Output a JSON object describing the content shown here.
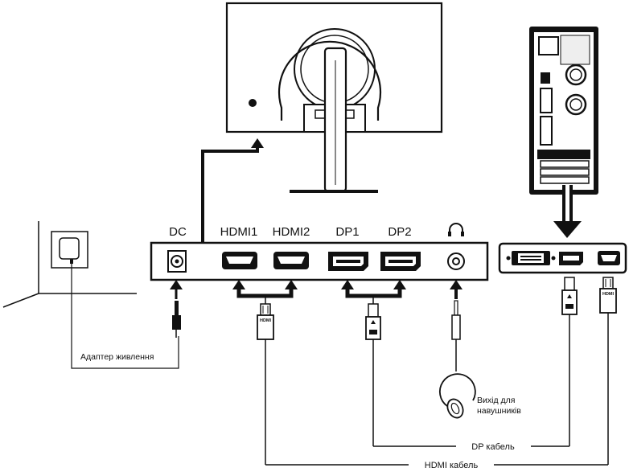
{
  "ports": {
    "dc": "DC",
    "hdmi1": "HDMI1",
    "hdmi2": "HDMI2",
    "dp1": "DP1",
    "dp2": "DP2",
    "headphone_icon": "headphone-icon"
  },
  "plug_labels": {
    "hdmi": "HDMI"
  },
  "labels": {
    "adapter": "Адаптер живлення",
    "audio_out_line1": "Вихід для",
    "audio_out_line2": "навушників",
    "dp_cable": "DP кабель",
    "hdmi_cable": "HDMI кабель"
  }
}
